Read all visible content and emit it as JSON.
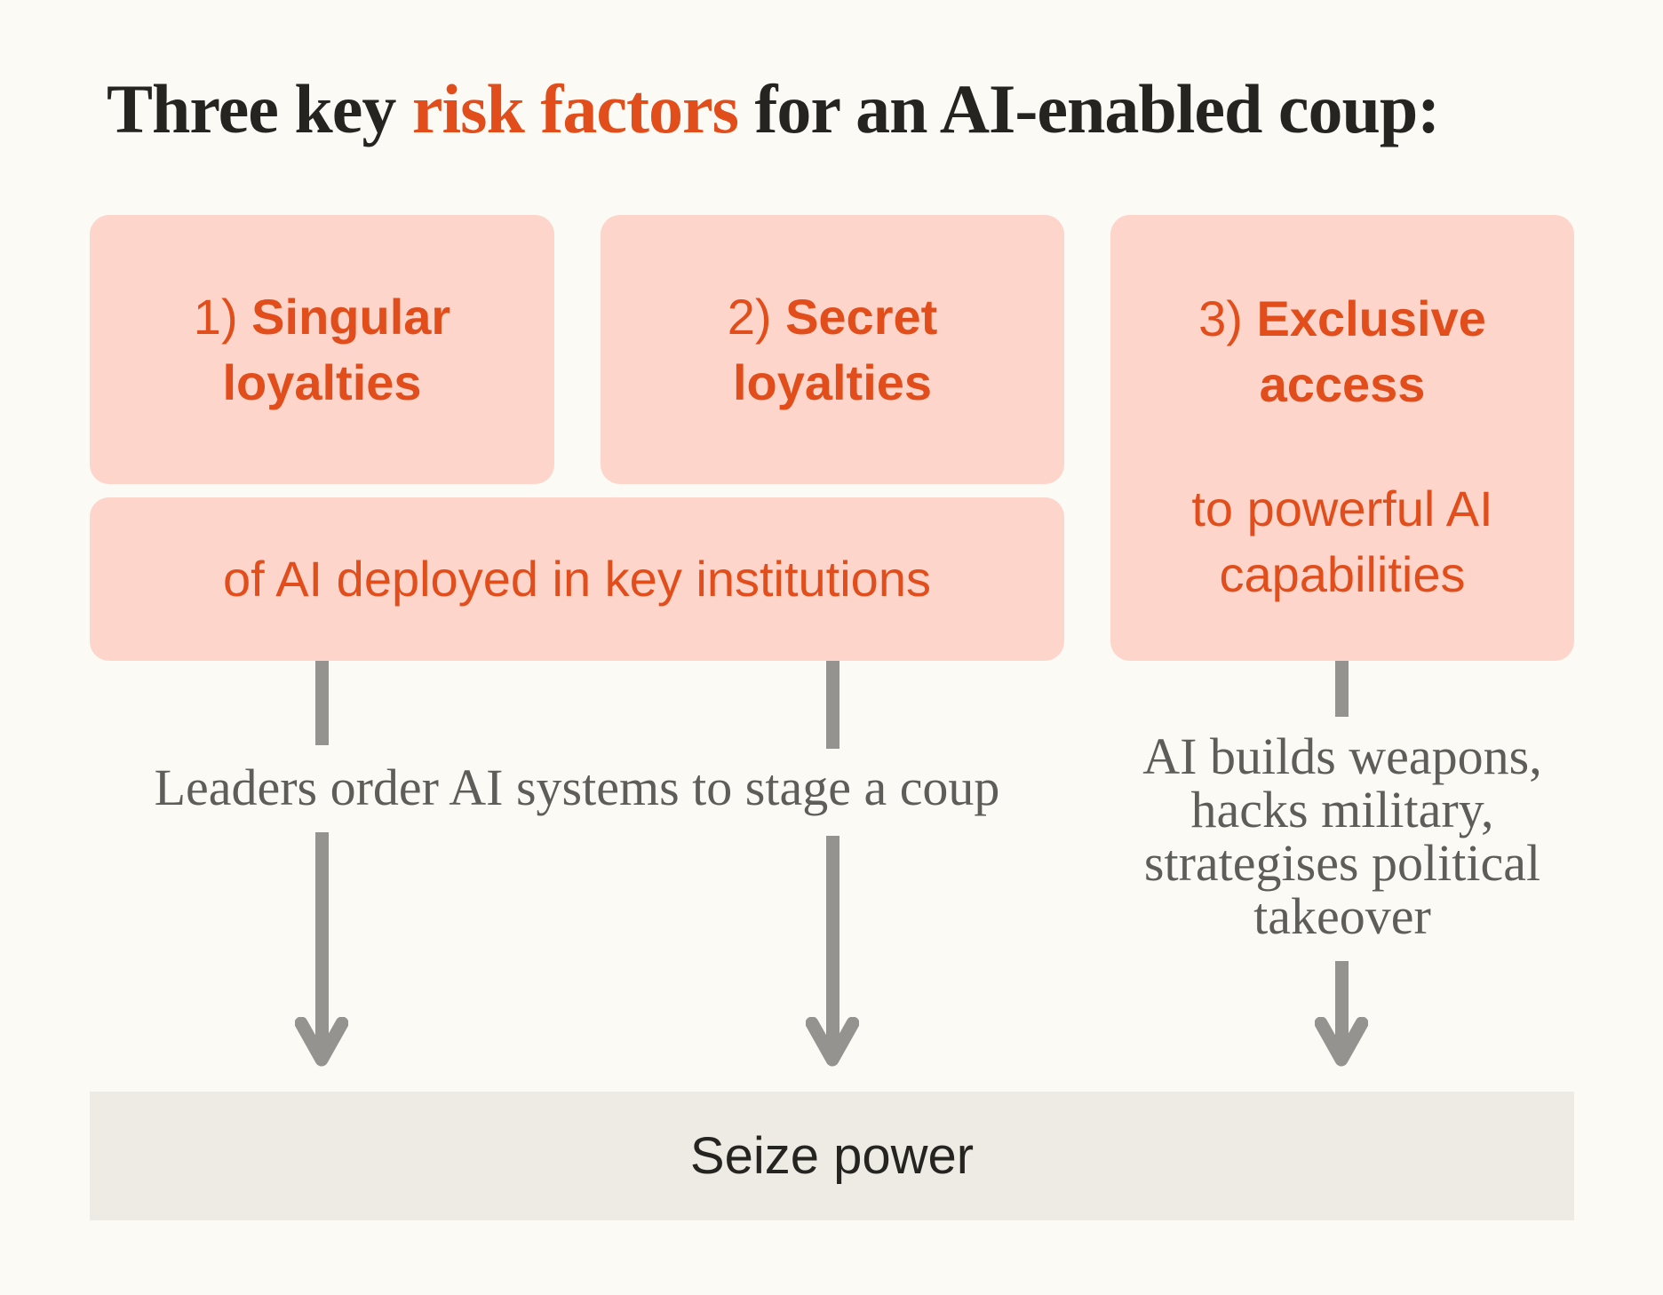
{
  "title": {
    "prefix": "Three key ",
    "highlight": "risk factors",
    "suffix": " for an AI-enabled coup:"
  },
  "factors": [
    {
      "number": "1)",
      "name_line1": "Singular",
      "name_line2": "loyalties"
    },
    {
      "number": "2)",
      "name_line1": "Secret",
      "name_line2": "loyalties"
    },
    {
      "number": "3)",
      "name_line1": "Exclusive",
      "name_line2": "access",
      "detail_line1": "to powerful AI",
      "detail_line2": "capabilities"
    }
  ],
  "shared_box": {
    "text": "of AI deployed in key institutions"
  },
  "mechanisms": {
    "loyalties": "Leaders order AI systems to stage a coup",
    "access_lines": [
      "AI builds weapons,",
      "hacks military,",
      "strategises political",
      "takeover"
    ]
  },
  "outcome": {
    "text": "Seize power"
  },
  "colors": {
    "background": "#FBFAF4",
    "accent": "#E24E1B",
    "box_fill": "#FDD5CA",
    "arrow": "#949390",
    "outcome_fill": "#EDEBE4",
    "body_text": "#5E5D59"
  }
}
